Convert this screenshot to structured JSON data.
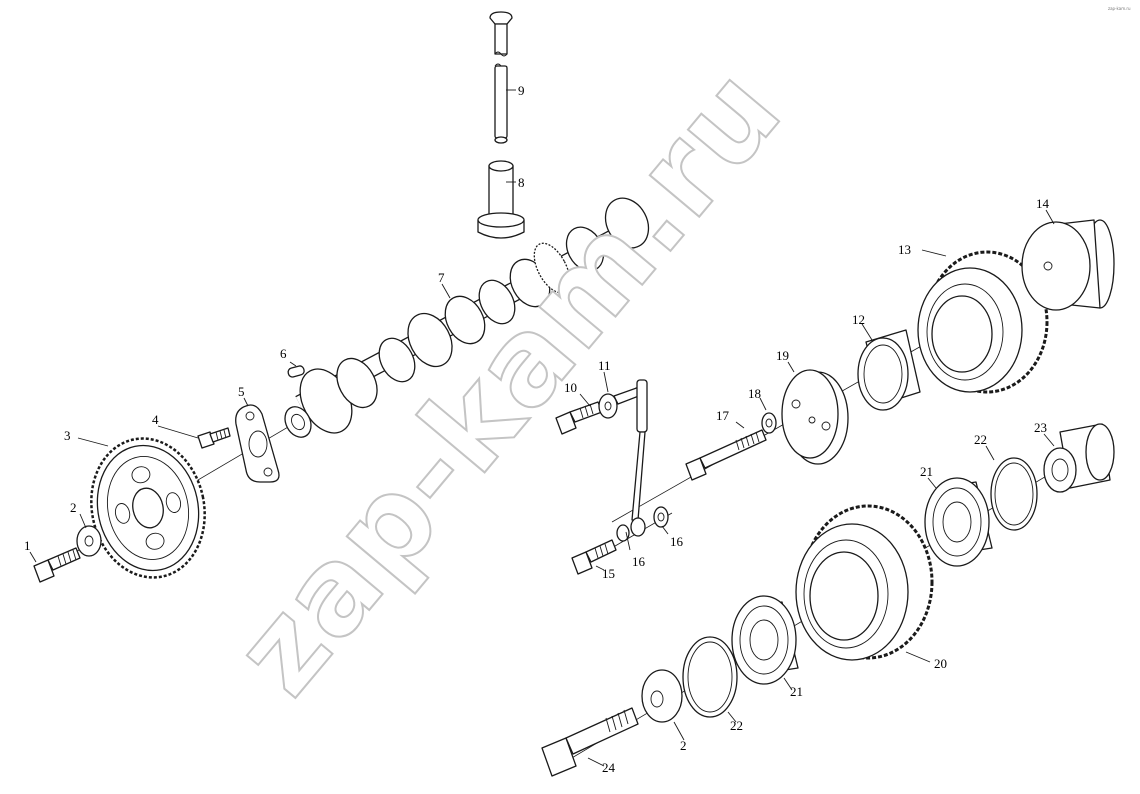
{
  "corner_mark": "zap-kam.ru",
  "watermark": "zap-kam.ru",
  "callouts": {
    "c1": "1",
    "c2a": "2",
    "c2b": "2",
    "c3": "3",
    "c4": "4",
    "c5": "5",
    "c6": "6",
    "c7": "7",
    "c8": "8",
    "c9": "9",
    "c10": "10",
    "c11": "11",
    "c12": "12",
    "c13": "13",
    "c14": "14",
    "c15": "15",
    "c16a": "16",
    "c16b": "16",
    "c17": "17",
    "c18": "18",
    "c19": "19",
    "c20": "20",
    "c21a": "21",
    "c21b": "21",
    "c22a": "22",
    "c22b": "22",
    "c23": "23",
    "c24": "24"
  },
  "icons": {
    "camshaft": "camshaft-icon",
    "gear": "gear-icon",
    "bolt": "bolt-icon",
    "bearing": "bearing-icon",
    "washer": "washer-icon",
    "snap_ring": "snap-ring-icon",
    "push_rod": "push-rod-icon",
    "tappet": "tappet-icon"
  }
}
